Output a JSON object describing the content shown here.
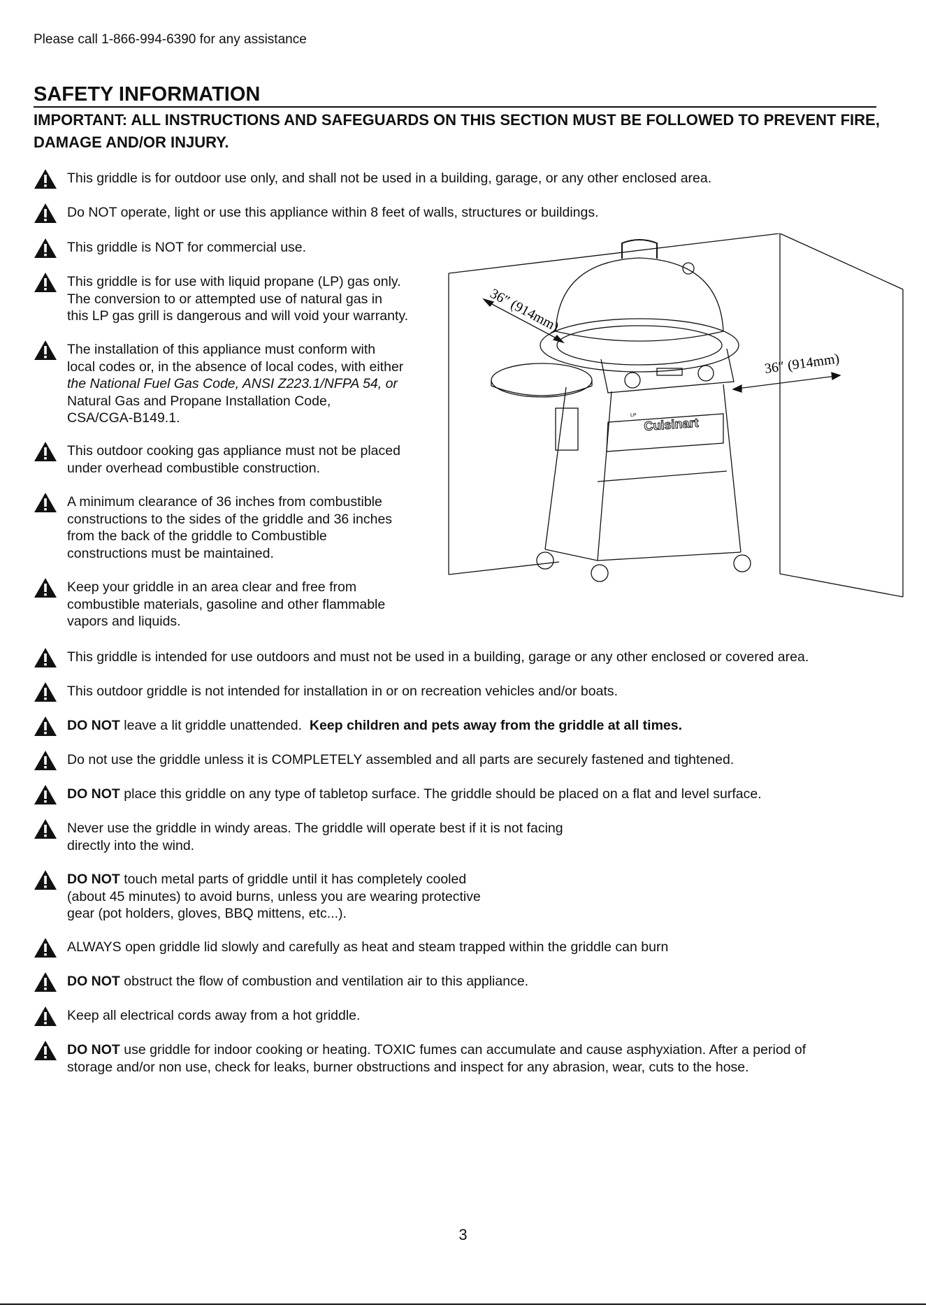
{
  "header": {
    "phone_line": "Please call 1-866-994-6390 for any assistance"
  },
  "section": {
    "title": "SAFETY INFORMATION",
    "important": "IMPORTANT: ALL INSTRUCTIONS AND SAFEGUARDS ON THIS SECTION MUST BE FOLLOWED TO PREVENT FIRE, DAMAGE AND/OR INJURY."
  },
  "items": {
    "i1": {
      "t": "This griddle is for outdoor use only, and shall not be used in a building, garage, or any other enclosed area."
    },
    "i2": {
      "t": "Do NOT operate, light or use this appliance within 8 feet of walls, structures or buildings."
    },
    "i3": {
      "t": "This griddle is NOT for commercial use."
    },
    "i4": {
      "l1": "This griddle is for use with liquid propane (LP) gas only.",
      "l2": "The conversion to or attempted use of natural gas in",
      "l3": "this LP gas grill is dangerous and will void your warranty."
    },
    "i5": {
      "l1": "The installation of this appliance must conform with",
      "l2": "local codes or, in the absence of local codes, with either",
      "l3": "the National Fuel Gas Code, ANSI Z223.1/NFPA 54, or",
      "l4": "Natural Gas and Propane Installation Code,",
      "l5": "CSA/CGA-B149.1."
    },
    "i6": {
      "l1": "This outdoor cooking gas appliance must not be placed",
      "l2": "under overhead combustible construction."
    },
    "i7": {
      "l1": "A minimum clearance of 36 inches from combustible",
      "l2": "constructions to the sides of the griddle and 36 inches",
      "l3": "from the back of the griddle to Combustible",
      "l4": "constructions must be maintained."
    },
    "i8": {
      "l1": "Keep your griddle in an area clear and free from",
      "l2": "combustible materials, gasoline and other flammable",
      "l3": "vapors and liquids."
    },
    "i9": {
      "t": "This griddle is intended for use outdoors and must not be used in a building, garage or any other enclosed or covered area."
    },
    "i10": {
      "t": "This outdoor griddle is not intended for installation in or on recreation vehicles and/or boats."
    },
    "i11": {
      "b1": "DO NOT",
      "t": " leave a lit griddle unattended.  ",
      "b2": "Keep children and pets away from the griddle at all times."
    },
    "i12": {
      "t": "Do not use the griddle unless it is COMPLETELY assembled and all parts are securely fastened and tightened."
    },
    "i13": {
      "b1": "DO NOT",
      "t": " place this griddle on any type of tabletop surface. The griddle should be placed on a flat and level surface."
    },
    "i14": {
      "l1": "Never use the griddle in windy areas. The griddle will operate best if it is not facing",
      "l2": "directly into the wind."
    },
    "i15": {
      "b1": "DO NOT",
      "l1": " touch metal parts of griddle until it has completely cooled",
      "l2": "(about 45 minutes) to avoid burns, unless you are wearing protective",
      "l3": "gear (pot holders, gloves, BBQ mittens, etc...)."
    },
    "i16": {
      "t": "ALWAYS open griddle lid slowly and carefully as heat and steam trapped within the griddle can burn"
    },
    "i17": {
      "b1": "DO NOT",
      "t": " obstruct the flow of combustion and ventilation air to this appliance."
    },
    "i18": {
      "t": "Keep all electrical cords away from a hot griddle."
    },
    "i19": {
      "b1": "DO NOT",
      "l1": " use griddle for indoor cooking or heating. TOXIC fumes can accumulate and cause asphyxiation. After a period of",
      "l2": "storage and/or non use, check for leaks, burner obstructions and inspect for any abrasion, wear, cuts to the hose."
    }
  },
  "illustration": {
    "dim_left": "36″ (914mm)",
    "dim_right": "36″ (914mm)",
    "brand": "Cuisinart",
    "tag": "LP"
  },
  "page_number": "3"
}
